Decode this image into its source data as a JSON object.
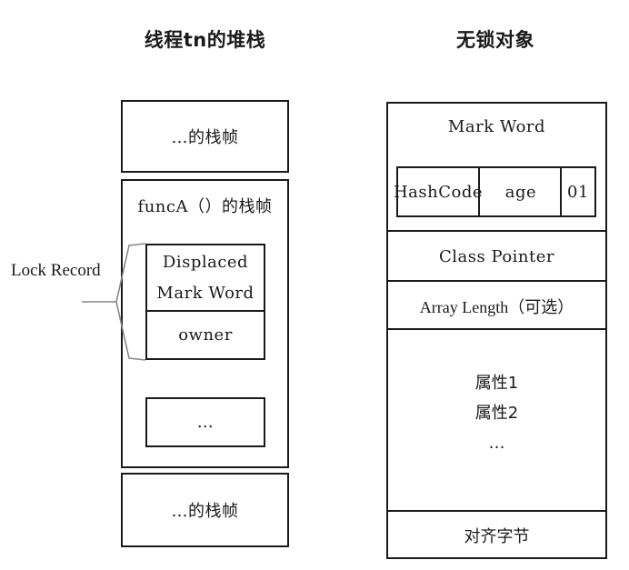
{
  "left": {
    "title": "线程tn的堆栈",
    "top_frame": "…的栈帧",
    "func_frame_label": "funcA（）的栈帧",
    "displaced_line1": "Displaced",
    "displaced_line2": "Mark Word",
    "owner": "owner",
    "ellipsis": "…",
    "bottom_frame": "…的栈帧",
    "lock_record_label": "Lock Record"
  },
  "right": {
    "title": "无锁对象",
    "mark_word": "Mark Word",
    "hashcode": "HashCode",
    "age": "age",
    "lock_bits": "01",
    "class_pointer": "Class Pointer",
    "array_length": "Array Length（可选）",
    "field1": "属性1",
    "field2": "属性2",
    "ellipsis": "…",
    "padding": "对齐字节"
  }
}
